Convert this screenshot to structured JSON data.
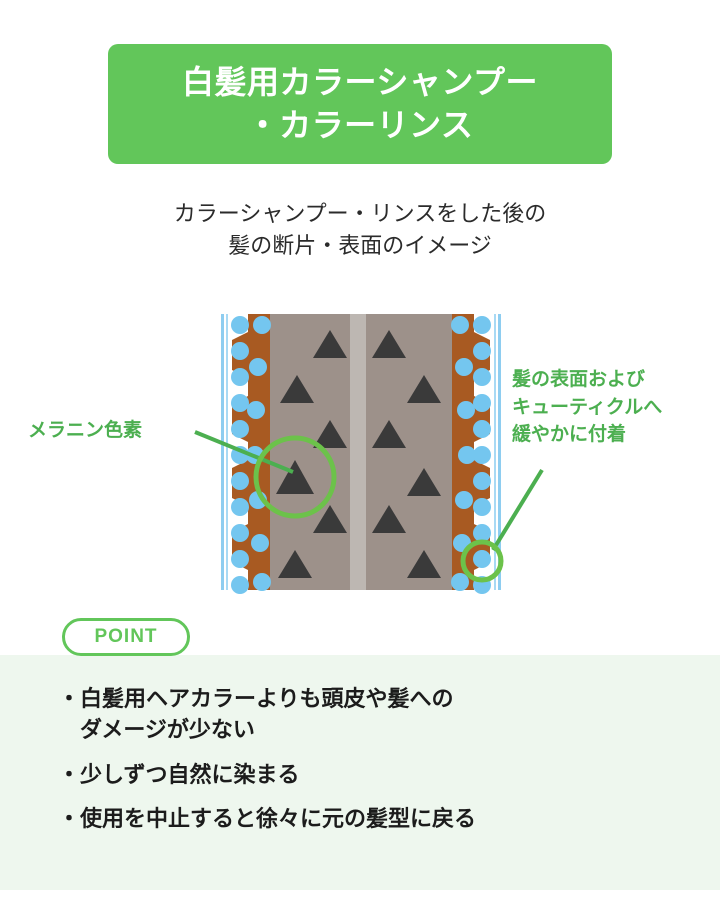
{
  "header": {
    "banner_lines": [
      "白髪用カラーシャンプー",
      "・カラーリンス"
    ],
    "banner_bg_color": "#62c65a",
    "banner_text_color": "#ffffff"
  },
  "subtitle": {
    "lines": [
      "カラーシャンプー・リンスをした後の",
      "髪の断片・表面のイメージ"
    ],
    "text_color": "#2b2b2b"
  },
  "diagram": {
    "name": "hair-cross-section-diagram",
    "description": "髪の断面図：キューティクル・コルテックス・メデュラと付着した色素",
    "colors": {
      "cuticle_brown": "#a85a22",
      "cortex_gray": "#9d918a",
      "medulla_gray": "#bdb7b2",
      "melanin_dark": "#3a3a3a",
      "pigment_blue": "#74c6ef",
      "surface_line_blue": "#8ecdf0",
      "annotation_green": "#4caf50"
    },
    "melanin_triangle_count": 12,
    "melanin_rows": 6,
    "pigment_dot_columns": 4,
    "annotations": {
      "left_label_lines": [
        "メラニン色素"
      ],
      "right_label_lines": [
        "髪の表面および",
        "キューティクルへ",
        "緩やかに付着"
      ]
    }
  },
  "point_section": {
    "badge_label": "POINT",
    "badge_color": "#62c65a",
    "panel_bg_color": "#eef7ee",
    "bullet_mark": "・",
    "bullets": [
      {
        "lines": [
          "白髪用ヘアカラーよりも頭皮や髪への",
          "ダメージが少ない"
        ]
      },
      {
        "lines": [
          "少しずつ自然に染まる"
        ]
      },
      {
        "lines": [
          "使用を中止すると徐々に元の髪型に戻る"
        ]
      }
    ]
  }
}
